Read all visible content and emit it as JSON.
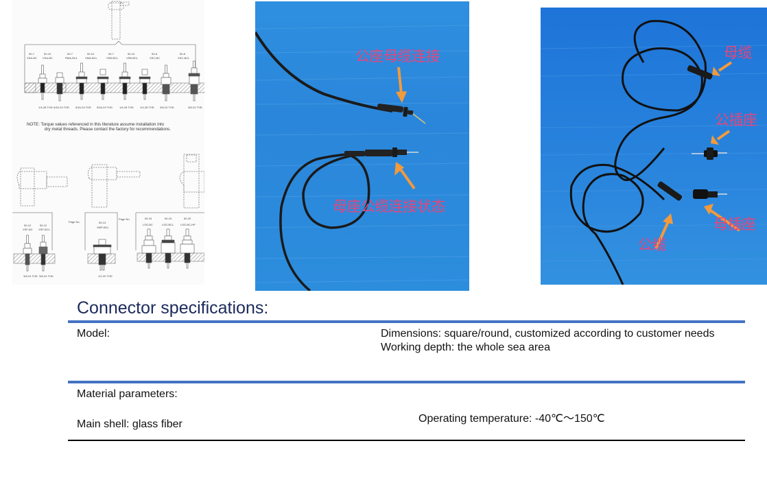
{
  "figures": {
    "drawing": {
      "note_line1": "NOTE:   Torque values referenced in this literature assume installation into",
      "note_line2": "dry metal threads. Please contact the factory for recommendations.",
      "top_row_models": [
        "50-7",
        "50-10",
        "50-7",
        "50-10",
        "50-7",
        "50-10",
        "50-8",
        "50-8"
      ],
      "top_row_parts": [
        "XSA-BC",
        "VSA-BC",
        "RMA-BCL",
        "VMA-BCL",
        "XSB-BCL",
        "VSB-BCL",
        "XSC-BC",
        "XSC-BCL"
      ],
      "top_row_threads": [
        "1/4-28 THD",
        "5/16-24 THD",
        "5/16-24 THD",
        "5/16-24 THD",
        "1/4-28 THD",
        "1/4-28 THD",
        "3/8-24 THD",
        "3/8-24 THD"
      ],
      "page_no_label": "Page No.",
      "bottom_left_models": [
        "50-12",
        "50-12"
      ],
      "bottom_left_parts": [
        "XSF-BC",
        "XSF-BCL"
      ],
      "bottom_left_threads": [
        "3/8-24 THD",
        "3/8-24 THD"
      ],
      "bottom_mid_model": "50-14",
      "bottom_mid_part": "XMP-BCL",
      "bottom_mid_thread": "1/2-20 THD",
      "bottom_right_models": [
        "50-15",
        "50-15",
        "50-20"
      ],
      "bottom_right_parts": [
        "LSG-BC",
        "LSG-BCL",
        "LSG-BC-HP"
      ]
    },
    "photo_connection": {
      "label_top": "公座母缆连接",
      "label_bottom": "母座公缆连接状态"
    },
    "photo_parts": {
      "label_female_cable": "母缆",
      "label_male_socket": "公插座",
      "label_female_socket": "母插座",
      "label_male_cable": "公缆"
    },
    "colors": {
      "label_pink": "#e6467a",
      "arrow_orange": "#f39a3c",
      "tarp_blue": "#2a86da",
      "cable_black": "#1a1a1a"
    }
  },
  "spec": {
    "title": "Connector specifications:",
    "rows": [
      {
        "left": "Model:",
        "right": [
          "Dimensions: square/round, customized according to customer needs",
          "Working depth: the whole sea area"
        ]
      },
      {
        "left_heading": "Material parameters:",
        "left": "Main shell: glass fiber",
        "right": "Operating temperature: -40℃～150℃"
      }
    ],
    "colors": {
      "title": "#1b2a5c",
      "rule_blue": "#4472c4",
      "rule_black": "#000000"
    }
  }
}
